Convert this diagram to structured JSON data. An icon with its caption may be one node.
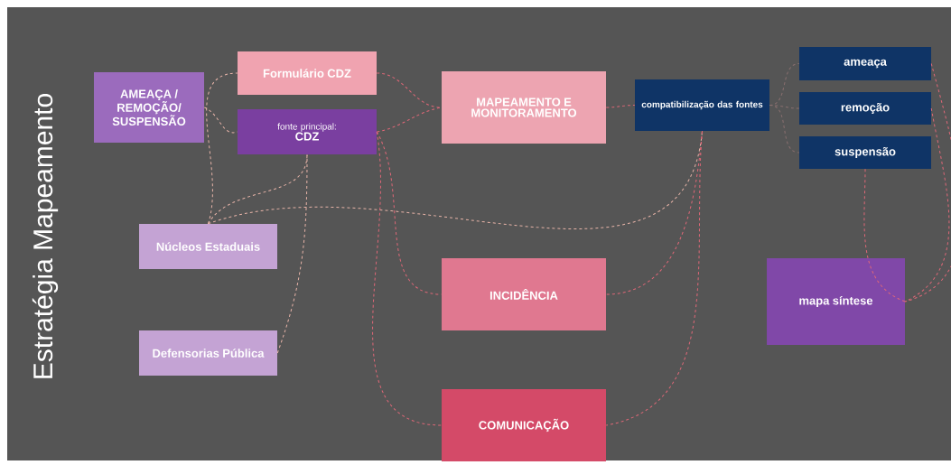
{
  "diagram": {
    "title": "Estratégia Mapeamento",
    "nodes": [
      {
        "text": [
          "AMEAÇA / REMOÇÃO/ SUSPENSÃO"
        ]
      },
      {
        "text": [
          "Formulário CDZ"
        ]
      },
      {
        "text": [
          "fonte principal:",
          "CDZ"
        ]
      },
      {
        "text": [
          "Núcleos Estaduais"
        ]
      },
      {
        "text": [
          "Defensorias Pública"
        ]
      },
      {
        "text": [
          "MAPEAMENTO E MONITORAMENTO"
        ]
      },
      {
        "text": [
          "compatibilização das fontes"
        ]
      },
      {
        "text": [
          "INCIDÊNCIA"
        ]
      },
      {
        "text": [
          "COMUNICAÇÃO"
        ]
      },
      {
        "text": [
          "ameaça"
        ]
      },
      {
        "text": [
          "remoção"
        ]
      },
      {
        "text": [
          "suspensão"
        ]
      },
      {
        "text": [
          "mapa síntese"
        ]
      }
    ],
    "edges": [
      {
        "from": 0,
        "to": 2,
        "arrow": "none",
        "style": "dashed",
        "color": "#e8b4a8"
      },
      {
        "from": 3,
        "to": 1,
        "arrow": "none",
        "style": "dashed",
        "color": "#e8b4a8"
      },
      {
        "from": 3,
        "to": 2,
        "arrow": "none",
        "style": "dashed",
        "color": "#e8b4a8"
      },
      {
        "from": 3,
        "to": 6,
        "arrow": "none",
        "style": "dashed",
        "color": "#e8b4a8"
      },
      {
        "from": 4,
        "to": 2,
        "arrow": "none",
        "style": "dashed",
        "color": "#e8b4a8"
      },
      {
        "from": 1,
        "to": 5,
        "arrow": "none",
        "style": "dashed"
      },
      {
        "from": 2,
        "to": 5,
        "arrow": "none",
        "style": "dashed"
      },
      {
        "from": 2,
        "to": 7,
        "arrow": "none",
        "style": "dashed"
      },
      {
        "from": 2,
        "to": 8,
        "arrow": "none",
        "style": "dashed"
      },
      {
        "from": 5,
        "to": 6,
        "arrow": "none",
        "style": "dashed"
      },
      {
        "from": 6,
        "to": 7,
        "arrow": "none",
        "style": "dashed"
      },
      {
        "from": 6,
        "to": 8,
        "arrow": "none",
        "style": "dashed"
      },
      {
        "from": 6,
        "to": 9,
        "arrow": "none",
        "style": "dashed",
        "color": "#8a7070"
      },
      {
        "from": 6,
        "to": 10,
        "arrow": "none",
        "style": "dashed",
        "color": "#8a7070"
      },
      {
        "from": 6,
        "to": 11,
        "arrow": "none",
        "style": "dashed",
        "color": "#8a7070"
      },
      {
        "from": 9,
        "to": 12,
        "arrow": "none",
        "style": "dashed"
      },
      {
        "from": 10,
        "to": 12,
        "arrow": "none",
        "style": "dashed"
      },
      {
        "from": 11,
        "to": 12,
        "arrow": "none",
        "style": "dashed"
      }
    ]
  }
}
